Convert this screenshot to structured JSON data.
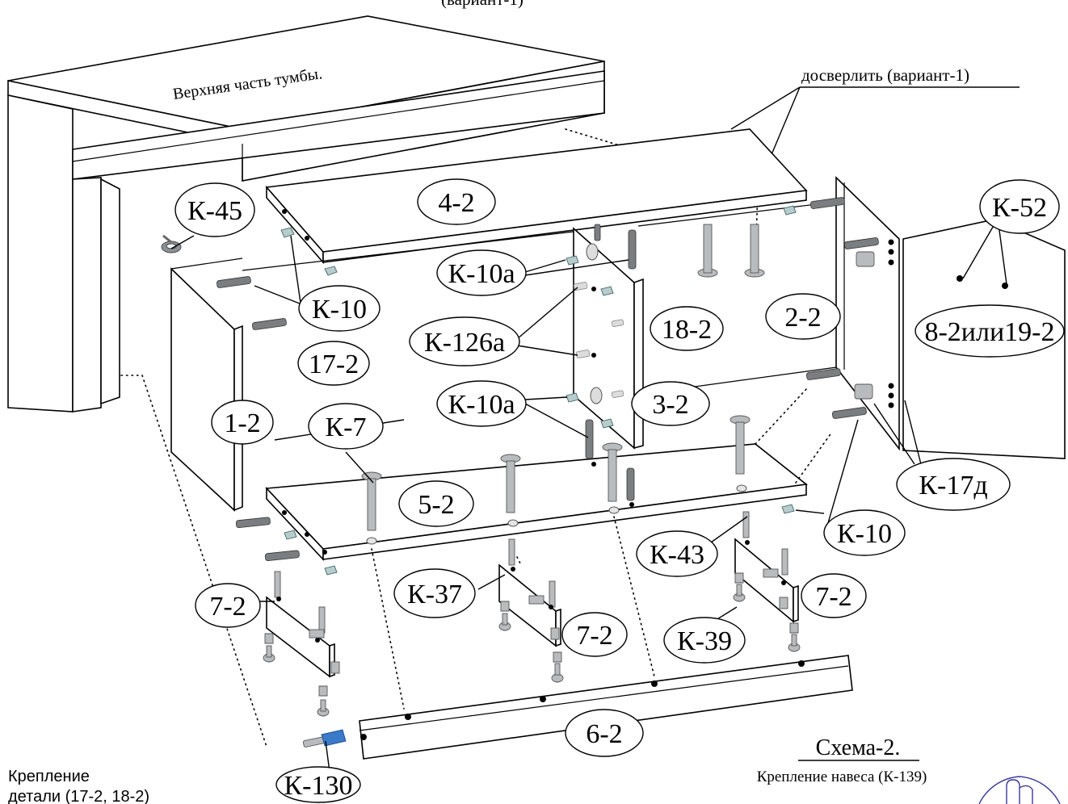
{
  "header_fragment": "(вариант-1)",
  "title_top": "Верхняя часть тумбы.",
  "callout_drill": "досверлить (вариант-1)",
  "labels": {
    "k45": "К-45",
    "p4_2": "4-2",
    "k52": "К-52",
    "k10a_top": "К-10а",
    "k10_left": "К-10",
    "k126a": "К-126а",
    "p18_2": "18-2",
    "p2_2": "2-2",
    "p8_19": "8-2или19-2",
    "p17_2": "17-2",
    "p1_2": "1-2",
    "k7": "К-7",
    "k10a_bottom": "К-10а",
    "p3_2": "3-2",
    "k17d": "К-17д",
    "p5_2": "5-2",
    "k10_right": "К-10",
    "k43": "К-43",
    "k37": "К-37",
    "p7_2_left": "7-2",
    "p7_2_mid": "7-2",
    "p7_2_right": "7-2",
    "k39": "К-39",
    "p6_2": "6-2",
    "k130": "К-130"
  },
  "scheme_title": "Схема-2.",
  "scheme_subtitle": "Крепление навеса (К-139)",
  "bottom_note_line1": "Крепление",
  "bottom_note_line2": "детали (17-2, 18-2)",
  "colors": {
    "line": "#000000",
    "metal": "#b9bcbf",
    "connector_blue": "#3b79c9",
    "logo": "#3a3aa0"
  }
}
